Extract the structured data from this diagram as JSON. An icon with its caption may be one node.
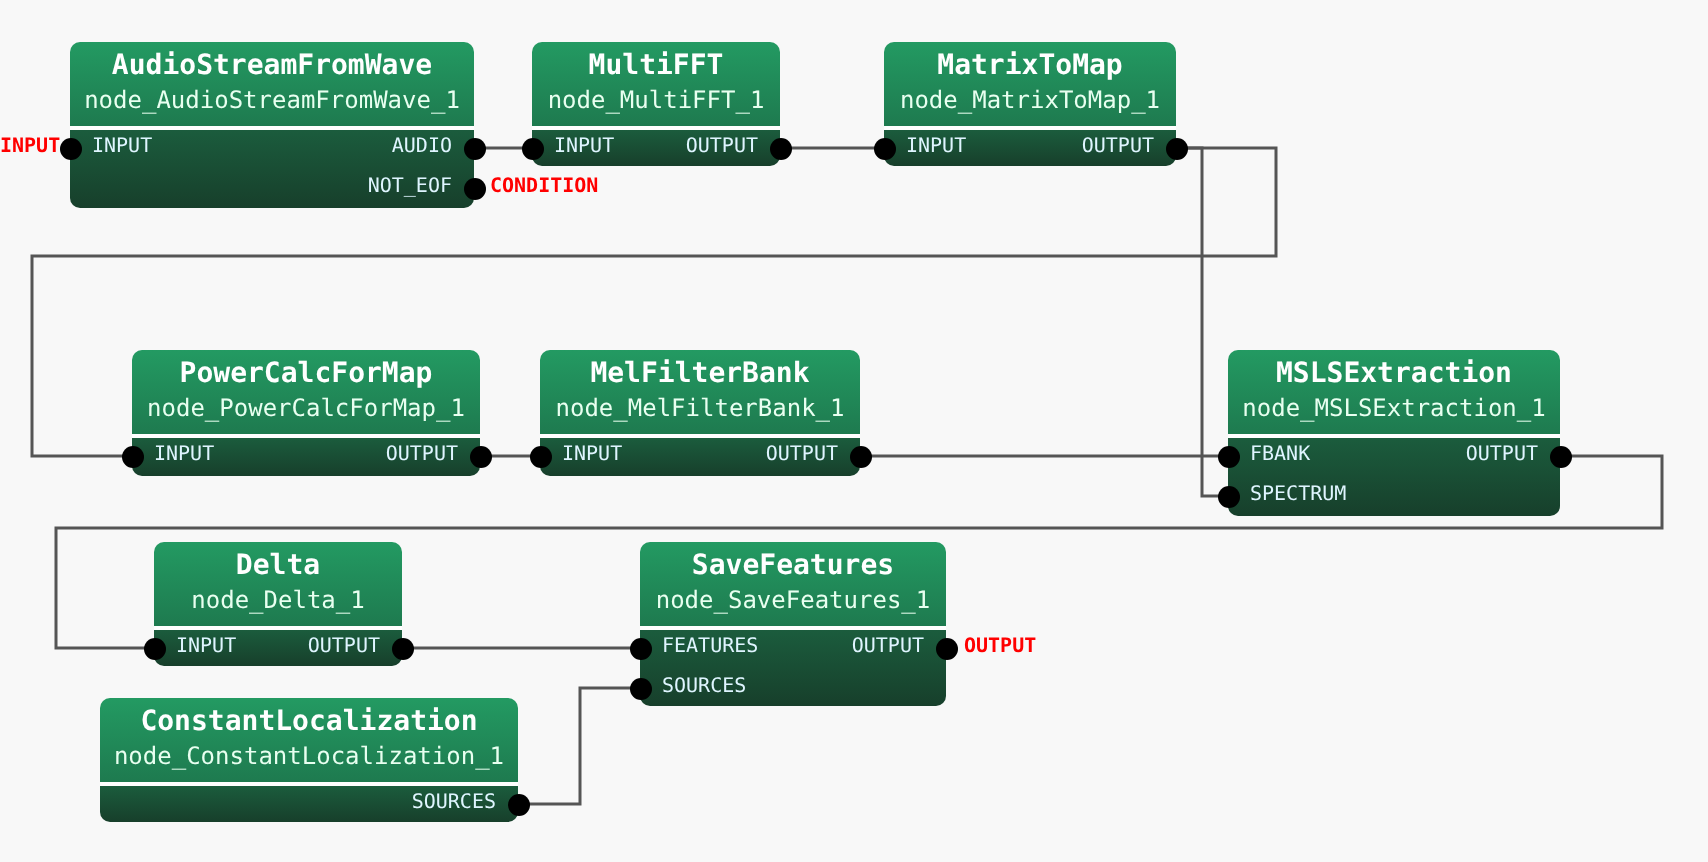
{
  "diagram": {
    "nodes": [
      {
        "text": [
          "AudioStreamFromWave",
          "node_AudioStreamFromWave_1",
          "INPUT",
          "AUDIO",
          "NOT_EOF"
        ],
        "beside": [
          "INPUT",
          "CONDITION"
        ]
      },
      {
        "text": [
          "MultiFFT",
          "node_MultiFFT_1",
          "INPUT",
          "OUTPUT"
        ]
      },
      {
        "text": [
          "MatrixToMap",
          "node_MatrixToMap_1",
          "INPUT",
          "OUTPUT"
        ]
      },
      {
        "text": [
          "PowerCalcForMap",
          "node_PowerCalcForMap_1",
          "INPUT",
          "OUTPUT"
        ]
      },
      {
        "text": [
          "MelFilterBank",
          "node_MelFilterBank_1",
          "INPUT",
          "OUTPUT"
        ]
      },
      {
        "text": [
          "MSLSExtraction",
          "node_MSLSExtraction_1",
          "FBANK",
          "OUTPUT",
          "SPECTRUM"
        ]
      },
      {
        "text": [
          "Delta",
          "node_Delta_1",
          "INPUT",
          "OUTPUT"
        ]
      },
      {
        "text": [
          "SaveFeatures",
          "node_SaveFeatures_1",
          "FEATURES",
          "OUTPUT",
          "SOURCES"
        ],
        "beside": [
          "OUTPUT"
        ]
      },
      {
        "text": [
          "ConstantLocalization",
          "node_ConstantLocalization_1",
          "SOURCES"
        ]
      }
    ],
    "edges": [
      {
        "from": 0,
        "to": 1,
        "arrow": "none"
      },
      {
        "from": 1,
        "to": 2,
        "arrow": "none"
      },
      {
        "from": 2,
        "to": 3,
        "arrow": "none"
      },
      {
        "from": 2,
        "to": 5,
        "arrow": "none"
      },
      {
        "from": 3,
        "to": 4,
        "arrow": "none"
      },
      {
        "from": 4,
        "to": 5,
        "arrow": "none"
      },
      {
        "from": 5,
        "to": 6,
        "arrow": "none"
      },
      {
        "from": 6,
        "to": 7,
        "arrow": "none"
      },
      {
        "from": 8,
        "to": 7,
        "arrow": "none"
      }
    ]
  }
}
